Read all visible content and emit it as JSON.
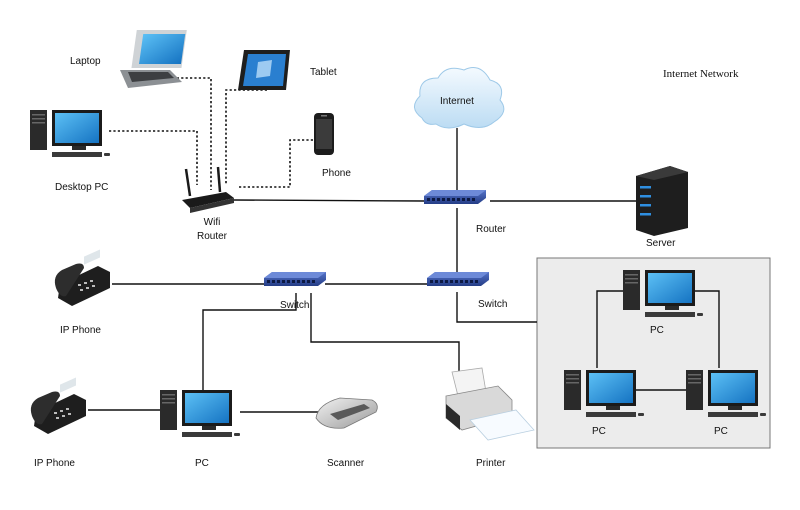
{
  "title": "Internet Network",
  "cloud": {
    "label": "Internet"
  },
  "nodes": {
    "laptop": {
      "label": "Laptop",
      "icon": "laptop-icon"
    },
    "tablet": {
      "label": "Tablet",
      "icon": "tablet-icon"
    },
    "desktop_pc": {
      "label": "Desktop PC",
      "icon": "desktop-pc-icon"
    },
    "phone": {
      "label": "Phone",
      "icon": "smartphone-icon"
    },
    "wifi_router": {
      "label_line1": "Wifi",
      "label_line2": "Router",
      "icon": "wifi-router-icon"
    },
    "router": {
      "label": "Router",
      "icon": "router-icon"
    },
    "server": {
      "label": "Server",
      "icon": "server-icon"
    },
    "ip_phone_1": {
      "label": "IP Phone",
      "icon": "ip-phone-icon"
    },
    "switch_1": {
      "label": "Switch",
      "icon": "switch-icon"
    },
    "switch_2": {
      "label": "Switch",
      "icon": "switch-icon"
    },
    "ip_phone_2": {
      "label": "IP Phone",
      "icon": "ip-phone-icon"
    },
    "pc_main": {
      "label": "PC",
      "icon": "pc-icon"
    },
    "scanner": {
      "label": "Scanner",
      "icon": "scanner-icon"
    },
    "printer": {
      "label": "Printer",
      "icon": "printer-icon"
    },
    "pc_top": {
      "label": "PC",
      "icon": "pc-icon"
    },
    "pc_left": {
      "label": "PC",
      "icon": "pc-icon"
    },
    "pc_right": {
      "label": "PC",
      "icon": "pc-icon"
    }
  },
  "colors": {
    "monitor_screen": "#1f8fd6",
    "device_dark": "#1c1c1c",
    "switch_blue": "#2f4a9c",
    "cloud": "#cfe6f6",
    "lan_box_fill": "#ececec",
    "lan_box_border": "#777777"
  }
}
